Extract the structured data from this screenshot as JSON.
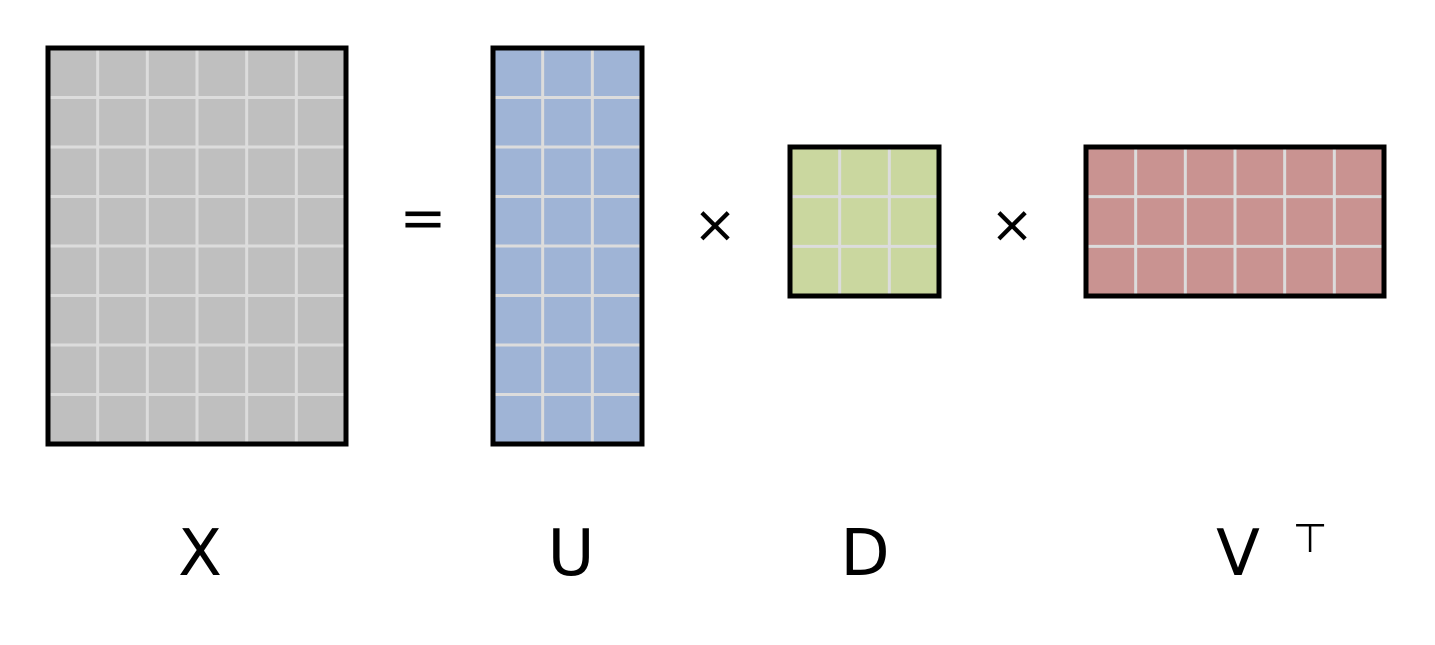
{
  "equation": {
    "matrices": [
      {
        "id": "x",
        "label": "X",
        "rows": 8,
        "cols": 6,
        "fill": "#bfbfbf"
      },
      {
        "id": "u",
        "label": "U",
        "rows": 8,
        "cols": 3,
        "fill": "#9fb4d6"
      },
      {
        "id": "d",
        "label": "D",
        "rows": 3,
        "cols": 3,
        "fill": "#cad79f"
      },
      {
        "id": "vt",
        "label": "V",
        "superscript": "⊤",
        "rows": 3,
        "cols": 6,
        "fill": "#c99391"
      }
    ],
    "operators": [
      "=",
      "×",
      "×"
    ],
    "grid_line_color": "#dcdcdc",
    "border_color": "#000000"
  }
}
